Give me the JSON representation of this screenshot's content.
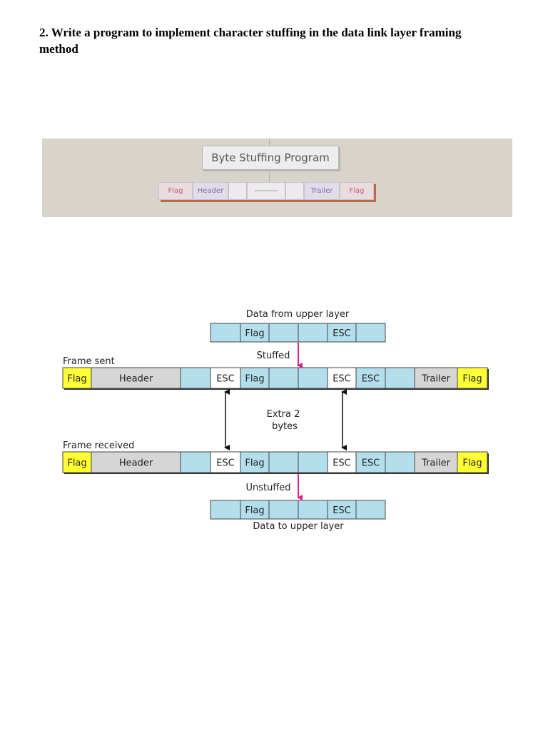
{
  "question": {
    "line1": "2. Write a program to implement character stuffing in the data link layer framing",
    "line2": "method"
  },
  "figure1": {
    "title": "Byte Stuffing Program",
    "cells": [
      {
        "label": "Flag",
        "bg": "#eadcde",
        "color": "#c0607a",
        "w": 48
      },
      {
        "label": "Header",
        "bg": "#e0dcea",
        "color": "#7a6fa8",
        "w": 50
      },
      {
        "label": "",
        "bg": "#eceaec",
        "color": "#666",
        "w": 26
      },
      {
        "label": "---------",
        "bg": "#eceaec",
        "color": "#666",
        "w": 54
      },
      {
        "label": "",
        "bg": "#eceaec",
        "color": "#666",
        "w": 26
      },
      {
        "label": "Trailer",
        "bg": "#e0dcea",
        "color": "#7a6fa8",
        "w": 50
      },
      {
        "label": "Flag",
        "bg": "#eadcde",
        "color": "#c0607a",
        "w": 48
      }
    ]
  },
  "figure2": {
    "data_from_upper": "Data from upper layer",
    "stuffed": "Stuffed",
    "frame_sent": "Frame sent",
    "extra_line1": "Extra 2",
    "extra_line2": "bytes",
    "frame_received": "Frame received",
    "unstuffed": "Unstuffed",
    "data_to_upper": "Data to upper layer",
    "colors": {
      "flag_yellow": "#ffff33",
      "header_gray": "#d6d6d6",
      "data_blue": "#b3deeb",
      "esc_white": "#ffffff",
      "arrow_magenta": "#e0208c"
    },
    "top_row": [
      "",
      "Flag",
      "",
      "",
      "ESC",
      ""
    ],
    "frame_row": [
      "Flag",
      "Header",
      "",
      "ESC",
      "Flag",
      "",
      "",
      "ESC",
      "ESC",
      "",
      "Trailer",
      "Flag"
    ],
    "bottom_row": [
      "",
      "Flag",
      "",
      "",
      "ESC",
      ""
    ]
  }
}
